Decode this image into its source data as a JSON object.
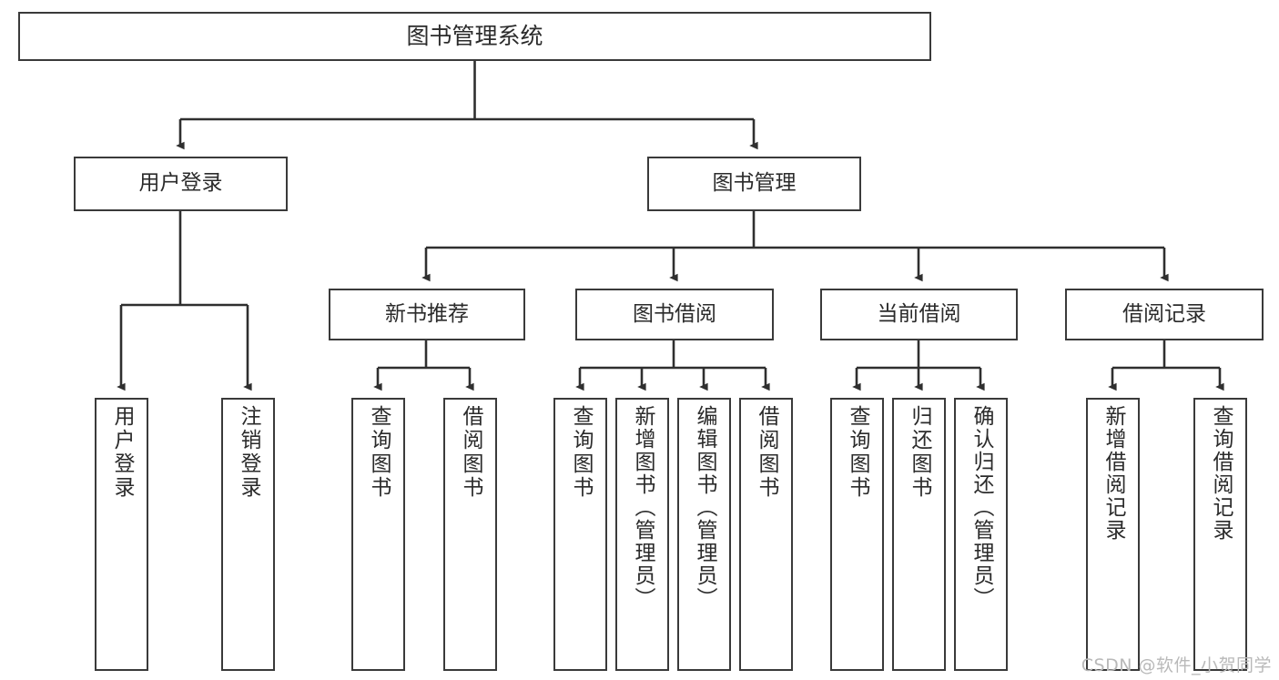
{
  "diagram": {
    "title": "图书管理系统",
    "type": "functional-structure-tree",
    "root": {
      "id": "root",
      "label": "图书管理系统"
    },
    "level2": [
      {
        "id": "user-login",
        "label": "用户登录"
      },
      {
        "id": "book-manage",
        "label": "图书管理"
      }
    ],
    "level3": [
      {
        "id": "new-book-rec",
        "label": "新书推荐",
        "parent": "book-manage"
      },
      {
        "id": "book-borrow",
        "label": "图书借阅",
        "parent": "book-manage"
      },
      {
        "id": "current-borrow",
        "label": "当前借阅",
        "parent": "book-manage"
      },
      {
        "id": "borrow-record",
        "label": "借阅记录",
        "parent": "book-manage"
      }
    ],
    "leaves": [
      {
        "id": "leaf-user-login",
        "label": "用户登录",
        "parent": "user-login"
      },
      {
        "id": "leaf-user-logout",
        "label": "注销登录",
        "parent": "user-login"
      },
      {
        "id": "leaf-rec-query",
        "label": "查询图书",
        "parent": "new-book-rec"
      },
      {
        "id": "leaf-rec-borrow",
        "label": "借阅图书",
        "parent": "new-book-rec"
      },
      {
        "id": "leaf-borrow-query",
        "label": "查询图书",
        "parent": "book-borrow"
      },
      {
        "id": "leaf-borrow-add",
        "label": "新增图书（管理员）",
        "parent": "book-borrow"
      },
      {
        "id": "leaf-borrow-edit",
        "label": "编辑图书（管理员）",
        "parent": "book-borrow"
      },
      {
        "id": "leaf-borrow-do",
        "label": "借阅图书",
        "parent": "book-borrow"
      },
      {
        "id": "leaf-cur-query",
        "label": "查询图书",
        "parent": "current-borrow"
      },
      {
        "id": "leaf-cur-return",
        "label": "归还图书",
        "parent": "current-borrow"
      },
      {
        "id": "leaf-cur-confirm",
        "label": "确认归还（管理员）",
        "parent": "current-borrow"
      },
      {
        "id": "leaf-rec-add",
        "label": "新增借阅记录",
        "parent": "borrow-record"
      },
      {
        "id": "leaf-rec-query-record",
        "label": "查询借阅记录",
        "parent": "borrow-record"
      }
    ]
  },
  "watermark": {
    "text": "CSDN @软件_小贺同学"
  },
  "colors": {
    "background": "#ffffff",
    "box_border": "#3a3a3a",
    "box_fill": "#ffffff",
    "text": "#2b2b2b",
    "connector": "#2f2f2f",
    "watermark": "#b9b9b9"
  }
}
